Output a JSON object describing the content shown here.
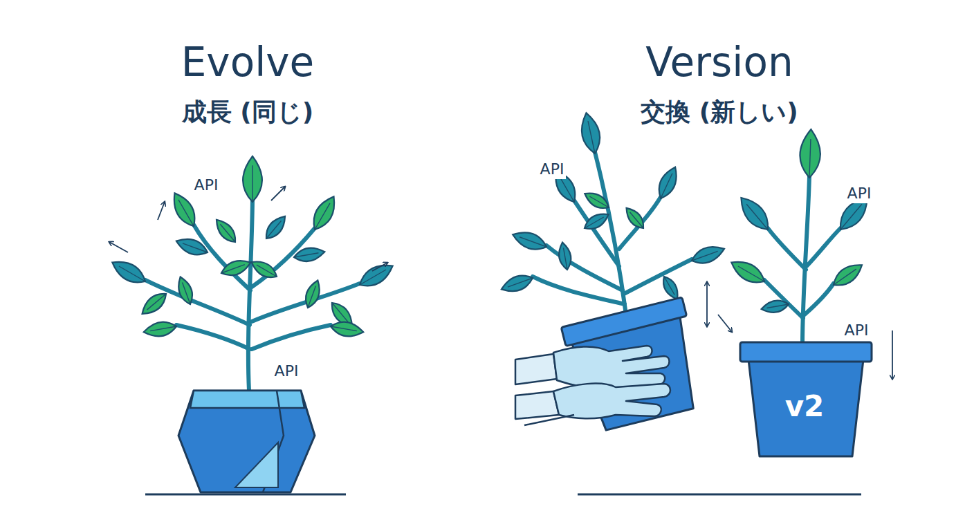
{
  "diagram": {
    "labels": [
      "Evolve",
      "成長 (同じ)",
      "API",
      "API",
      "Version",
      "交換 (新しい)",
      "API",
      "API",
      "API",
      "v2"
    ]
  }
}
